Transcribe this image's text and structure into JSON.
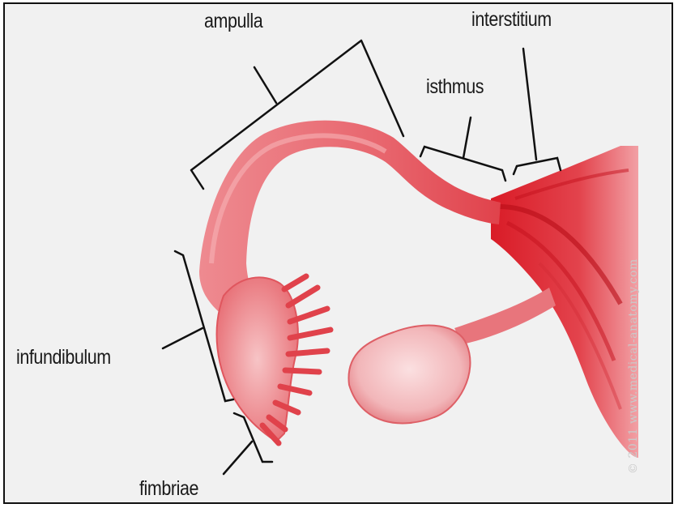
{
  "labels": {
    "ampulla": "ampulla",
    "interstitium": "interstitium",
    "isthmus": "isthmus",
    "infundibulum": "infundibulum",
    "fimbriae": "fimbriae"
  },
  "watermark": "© 2011 www.medical-anatomy.com",
  "colors": {
    "tube_light": "#f2a3a6",
    "tube_mid": "#e85a62",
    "tube_dark": "#d9141f",
    "background": "#f1f1f1",
    "line": "#111111"
  }
}
